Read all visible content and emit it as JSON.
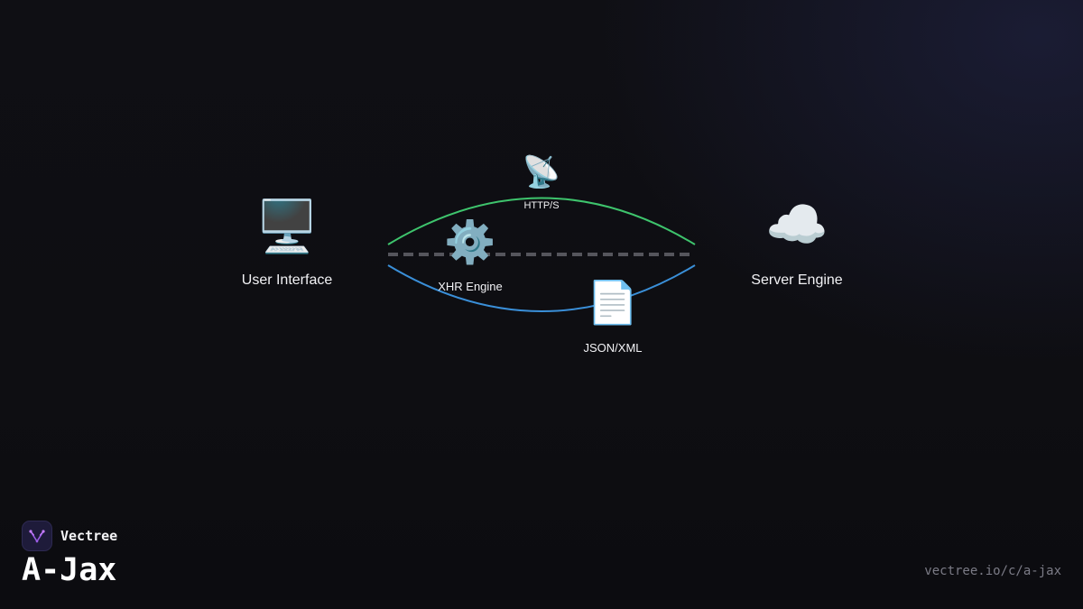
{
  "diagram": {
    "nodes": {
      "user_interface": {
        "label": "User Interface",
        "icon": "desktop-computer-icon",
        "glyph": "🖥️"
      },
      "server_engine": {
        "label": "Server Engine",
        "icon": "cloud-icon",
        "glyph": "☁️"
      },
      "xhr_engine": {
        "label": "XHR Engine",
        "icon": "gear-icon",
        "glyph": "⚙️"
      },
      "https": {
        "label": "HTTP/S",
        "icon": "satellite-antenna-icon",
        "glyph": "📡"
      },
      "json_xml": {
        "label": "JSON/XML",
        "icon": "document-icon",
        "glyph": "📄"
      }
    },
    "colors": {
      "request_arc": "#3ec46d",
      "response_arc": "#3a8fd8",
      "dashed_line": "#55555c"
    }
  },
  "brand": {
    "name": "Vectree",
    "logo_icon": "vectree-logo-icon"
  },
  "page": {
    "title": "A-Jax",
    "url": "vectree.io/c/a-jax"
  }
}
